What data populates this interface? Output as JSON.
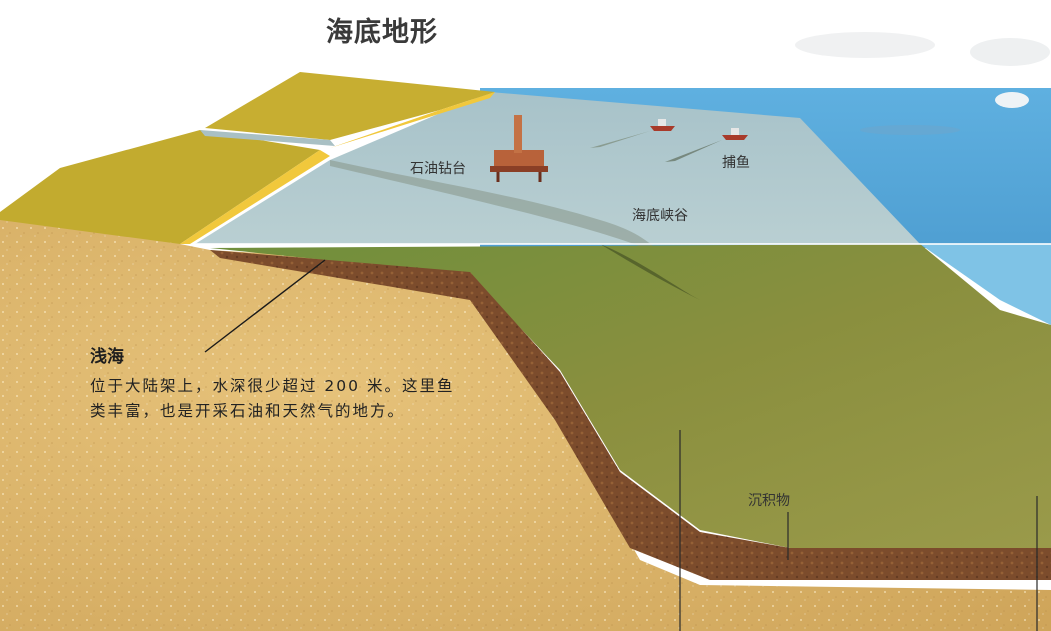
{
  "title": "海底地形",
  "labels": {
    "oil_rig": "石油钻台",
    "fishing": "捕鱼",
    "canyon": "海底峡谷",
    "sediment": "沉积物"
  },
  "callout": {
    "heading": "浅海",
    "description": "位于大陆架上，水深很少超过 200 米。这里鱼类丰富，也是开采石油和天然气的地方。"
  },
  "colors": {
    "sky": "#5aa8da",
    "sea_surface": "#9fbcc6",
    "land_green": "#c9b134",
    "beach": "#f0c43a",
    "crust": "#d9b46a",
    "sediment": "#7a4a2c",
    "slope": "#7a8a3c"
  }
}
